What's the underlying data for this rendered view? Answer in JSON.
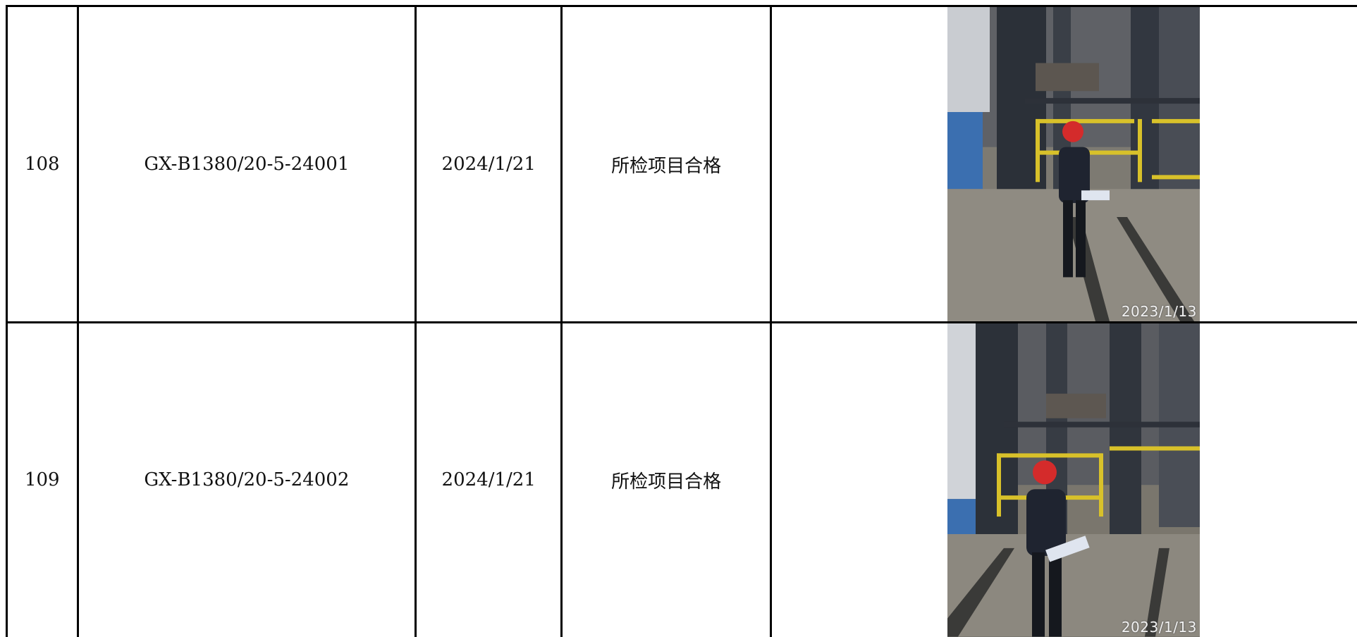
{
  "rows": [
    {
      "index": "108",
      "code": "GX-B1380/20-5-24001",
      "date": "2024/1/21",
      "result": "所检项目合格",
      "photo_stamp": "2023/1/13"
    },
    {
      "index": "109",
      "code": "GX-B1380/20-5-24002",
      "date": "2024/1/21",
      "result": "所检项目合格",
      "photo_stamp": "2023/1/13"
    }
  ]
}
